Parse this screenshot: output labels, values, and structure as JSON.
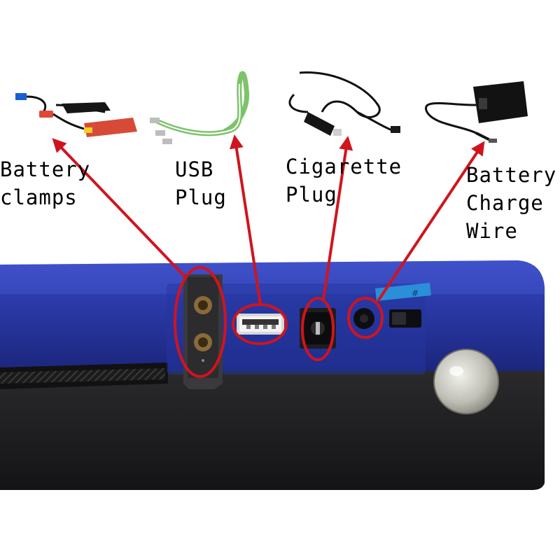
{
  "labels": {
    "battery_clamps": {
      "line1": "Battery",
      "line2": "clamps"
    },
    "usb_plug": {
      "line1": "USB",
      "line2": "Plug"
    },
    "cigarette_plug": {
      "line1": "Cigarette",
      "line2": "Plug"
    },
    "battery_charge_wire": {
      "line1": "Battery",
      "line2": "Charge",
      "line3": "Wire"
    }
  },
  "sticker": {
    "text": "#"
  },
  "colors": {
    "device_blue": "#2a3aa8",
    "device_black": "#1c1c1e",
    "highlight_red": "#d0141e",
    "clamp_red": "#e04838",
    "cable_green": "#7cc36a"
  }
}
